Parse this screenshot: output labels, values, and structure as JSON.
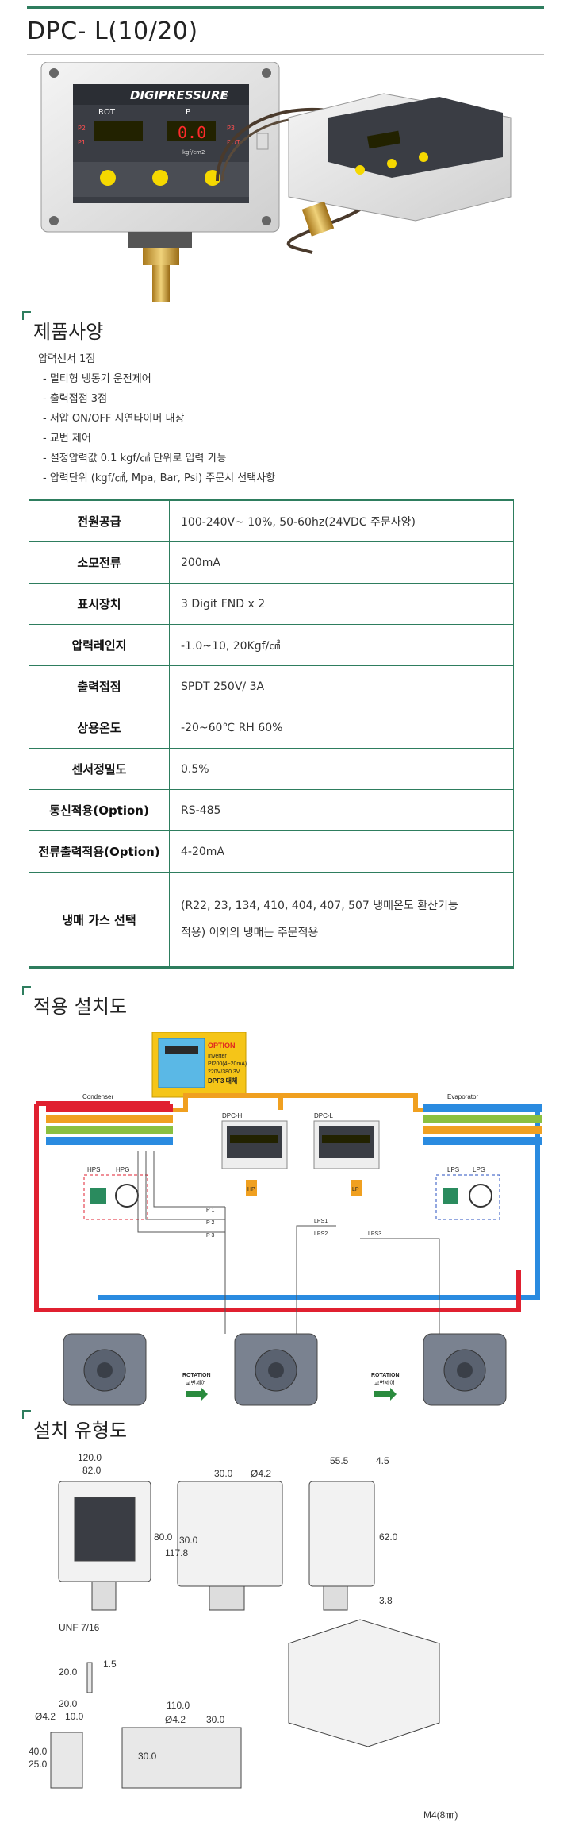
{
  "header": {
    "title": "DPC- L(10/20)"
  },
  "hero": {
    "brand": "DIGIPRESSURE",
    "reg": "®",
    "panel_rot": "ROT",
    "panel_p": "P",
    "p2": "P2",
    "p1": "P1",
    "p3": "P3",
    "rot": "ROT",
    "display": "0.0",
    "unit": "kgf/cm2"
  },
  "sections": {
    "spec_title": "제품사양",
    "install_title": "적용 설치도",
    "type_title": "설치 유형도"
  },
  "features": {
    "heading": "압력센서 1점",
    "items": [
      "- 멀티형 냉동기 운전제어",
      "- 출력접점 3점",
      "- 저압 ON/OFF 지연타이머 내장",
      "- 교번 제어",
      "- 설정압력값 0.1 kgf/㎠ 단위로 입력 가능",
      "- 압력단위 (kgf/㎠, Mpa, Bar, Psi) 주문시 선택사항"
    ]
  },
  "spec": {
    "rows": [
      {
        "k": "전원공급",
        "v": "100-240V~ 10%, 50-60hz(24VDC 주문사양)"
      },
      {
        "k": "소모전류",
        "v": "200mA"
      },
      {
        "k": "표시장치",
        "v": "3 Digit FND x 2"
      },
      {
        "k": "압력레인지",
        "v": "-1.0~10, 20Kgf/㎠"
      },
      {
        "k": "출력접점",
        "v": "SPDT 250V/ 3A"
      },
      {
        "k": "상용온도",
        "v": "-20~60℃ RH 60%"
      },
      {
        "k": "센서정밀도",
        "v": "0.5%"
      },
      {
        "k": "통신적용(Option)",
        "v": "RS-485"
      },
      {
        "k": "전류출력적용(Option)",
        "v": "4-20mA"
      }
    ],
    "gas": {
      "k": "냉매 가스 선택",
      "line1": "(R22, 23, 134, 410, 404, 407, 507 냉매온도 환산기능",
      "line2": "적용) 이외의 냉매는 주문적용"
    }
  },
  "diagram": {
    "option_title": "OPTION",
    "option_l1": "Inverter",
    "option_l2": "PI200(4~20mA)",
    "option_l3": "220V/380 3V",
    "option_l4": "DPF3 대체",
    "condenser": "Condenser",
    "evaporator": "Evaporator",
    "dpch": "DPC-H",
    "dpcl": "DPC-L",
    "hps": "HPS",
    "hpg": "HPG",
    "lps": "LPS",
    "lpg": "LPG",
    "p1": "P 1",
    "p2": "P 2",
    "p3": "P 3",
    "hp": "HP",
    "lp": "LP",
    "lps1": "LPS1",
    "lps2": "LPS2",
    "lps3": "LPS3",
    "rotation1": "ROTATION",
    "rotation1b": "교번제어",
    "rotation2": "ROTATION",
    "rotation2b": "교번제어"
  },
  "drawings": {
    "w120": "120.0",
    "w82": "82.0",
    "h80": "80.0",
    "h117": "117.8",
    "unf": "UNF 7/16",
    "d30a": "30.0",
    "d42a": "Ø4.2",
    "d30b": "30.0",
    "d555": "55.5",
    "d45": "4.5",
    "d62": "62.0",
    "d38": "3.8",
    "b20": "20.0",
    "b15": "1.5",
    "b20b": "20.0",
    "b10": "10.0",
    "b42": "Ø4.2",
    "b40": "40.0",
    "b25": "25.0",
    "p110": "110.0",
    "p42": "Ø4.2",
    "p30": "30.0",
    "p30b": "30.0",
    "m4": "M4(8㎜)"
  }
}
